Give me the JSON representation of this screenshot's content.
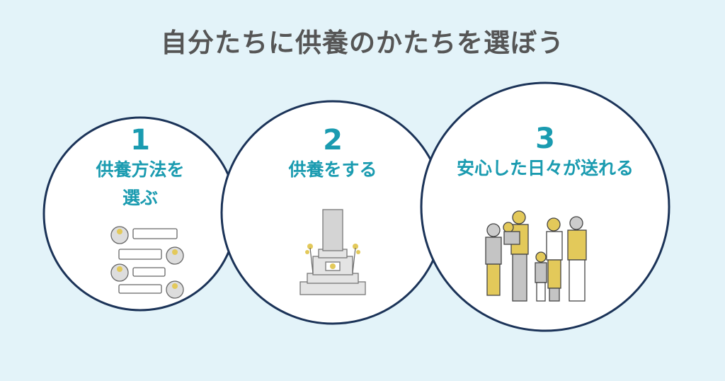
{
  "title": "自分たちに供養のかたちを選ぼう",
  "colors": {
    "background": "#e3f3f9",
    "circle_stroke": "#1b3358",
    "accent": "#1a9bb0",
    "title": "#555555",
    "yellow": "#e3c95a",
    "gray": "#c4c4c4"
  },
  "steps": [
    {
      "number": "1",
      "label_line1": "供養方法を",
      "label_line2": "選ぶ",
      "icon": "chat-consultation-icon"
    },
    {
      "number": "2",
      "label_line1": "供養をする",
      "icon": "grave-icon"
    },
    {
      "number": "3",
      "label_line1": "安心した日々が送れる",
      "icon": "family-icon"
    }
  ]
}
